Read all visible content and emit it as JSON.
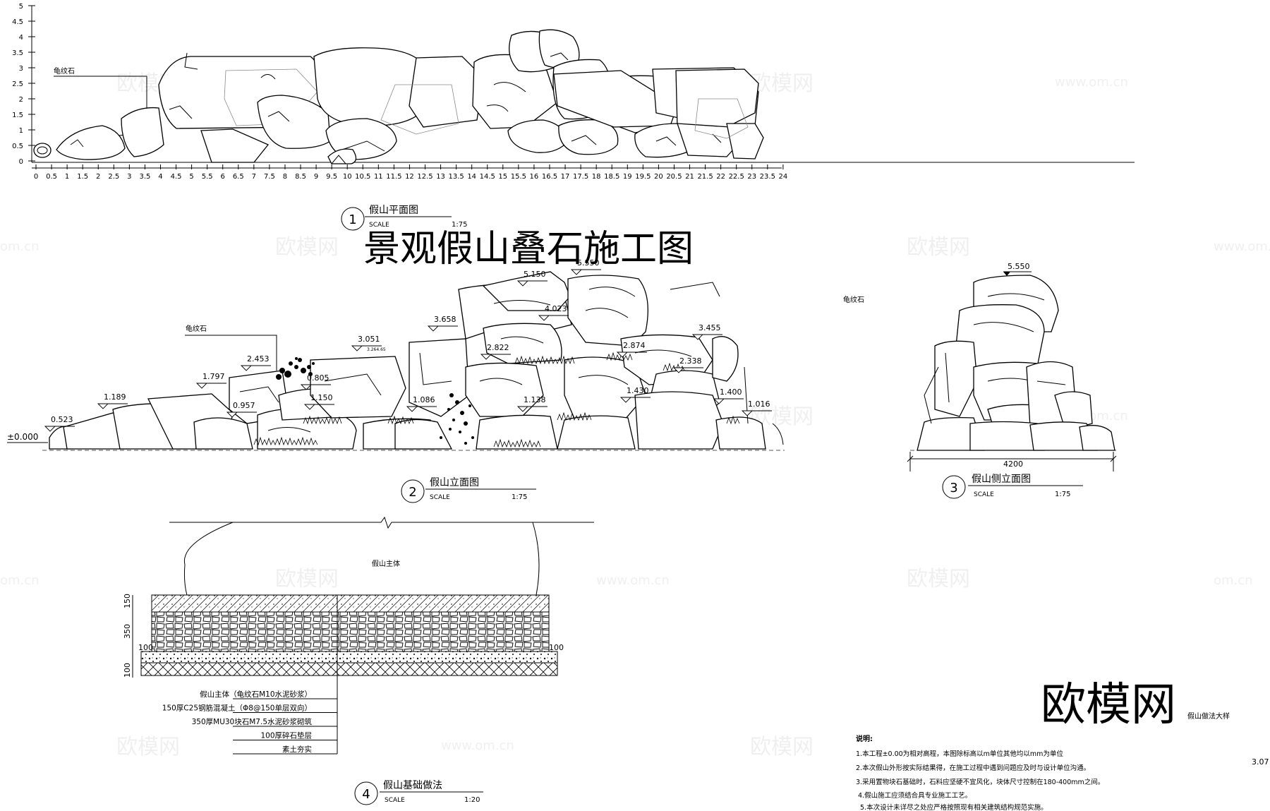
{
  "title": "景观假山叠石施工图",
  "brand": "欧模网",
  "watermarks": {
    "brand": "欧模网",
    "url": "www.om.cn",
    "url_edge": "om.cn"
  },
  "plan": {
    "num": "1",
    "title": "假山平面图",
    "scale_label": "SCALE",
    "scale": "1:75",
    "callout": "龟纹石",
    "y_ticks": [
      "5",
      "4.5",
      "4",
      "3.5",
      "3",
      "2.5",
      "2",
      "1.5",
      "1",
      "0.5",
      "0"
    ],
    "x_ticks": [
      "0",
      "0.5",
      "1",
      "1.5",
      "2",
      "2.5",
      "3",
      "3.5",
      "4",
      "4.5",
      "5",
      "5.5",
      "6",
      "6.5",
      "7",
      "7.5",
      "8",
      "8.5",
      "9",
      "9.5",
      "10",
      "10.5",
      "11",
      "11.5",
      "12",
      "12.5",
      "13",
      "13.5",
      "14",
      "14.5",
      "15",
      "15.5",
      "16",
      "16.5",
      "17",
      "17.5",
      "18",
      "18.5",
      "19",
      "19.5",
      "20",
      "20.5",
      "21",
      "21.5",
      "22",
      "22.5",
      "23",
      "23.5",
      "24"
    ]
  },
  "elevation": {
    "num": "2",
    "title": "假山立面图",
    "scale_label": "SCALE",
    "scale": "1:75",
    "datum": "±0.000",
    "callout_left": "龟纹石",
    "callout_right": "龟纹石",
    "tiny_note": "3.264.65",
    "levels": [
      "0.523",
      "1.189",
      "1.797",
      "2.453",
      "0.957",
      "0.805",
      "1.150",
      "3.051",
      "3.658",
      "1.086",
      "2.822",
      "5.150",
      "4.023",
      "1.138",
      "5.550",
      "2.874",
      "3.455",
      "2.338",
      "1.430",
      "1.400",
      "1.016"
    ]
  },
  "side": {
    "num": "3",
    "title": "假山侧立面图",
    "scale_label": "SCALE",
    "scale": "1:75",
    "top_level": "5.550",
    "width": "4200"
  },
  "foundation": {
    "num": "4",
    "title": "假山基础做法",
    "scale_label": "SCALE",
    "scale": "1:20",
    "body_label": "假山主体",
    "dims": [
      "150",
      "350",
      "100",
      "100",
      "100"
    ],
    "layers": [
      "假山主体（龟纹石M10水泥砂浆）",
      "150厚C25钢筋混凝土（Φ8@150单层双向）",
      "350厚MU30块石M7.5水泥砂浆砌筑",
      "100厚碎石垫层",
      "素土夯实"
    ]
  },
  "notes": {
    "heading": "说明:",
    "items": [
      "1.本工程±0.00为相对高程，本图除标高以m单位其他均以mm为单位",
      "2.本次假山外形按实际结果得，在施工过程中遇到问题应及时与设计单位沟通。",
      "3.采用置物块石基础时，石料应坚硬不宜风化，块体尺寸控制在180-400mm之间。",
      "4.假山施工应须结合具专业施工工艺。",
      "5.本次设计未详尽之处应严格按照现有相关建筑结构规范实施。"
    ]
  },
  "detail_label": "假山做法大样",
  "sheet_no": "3.07"
}
